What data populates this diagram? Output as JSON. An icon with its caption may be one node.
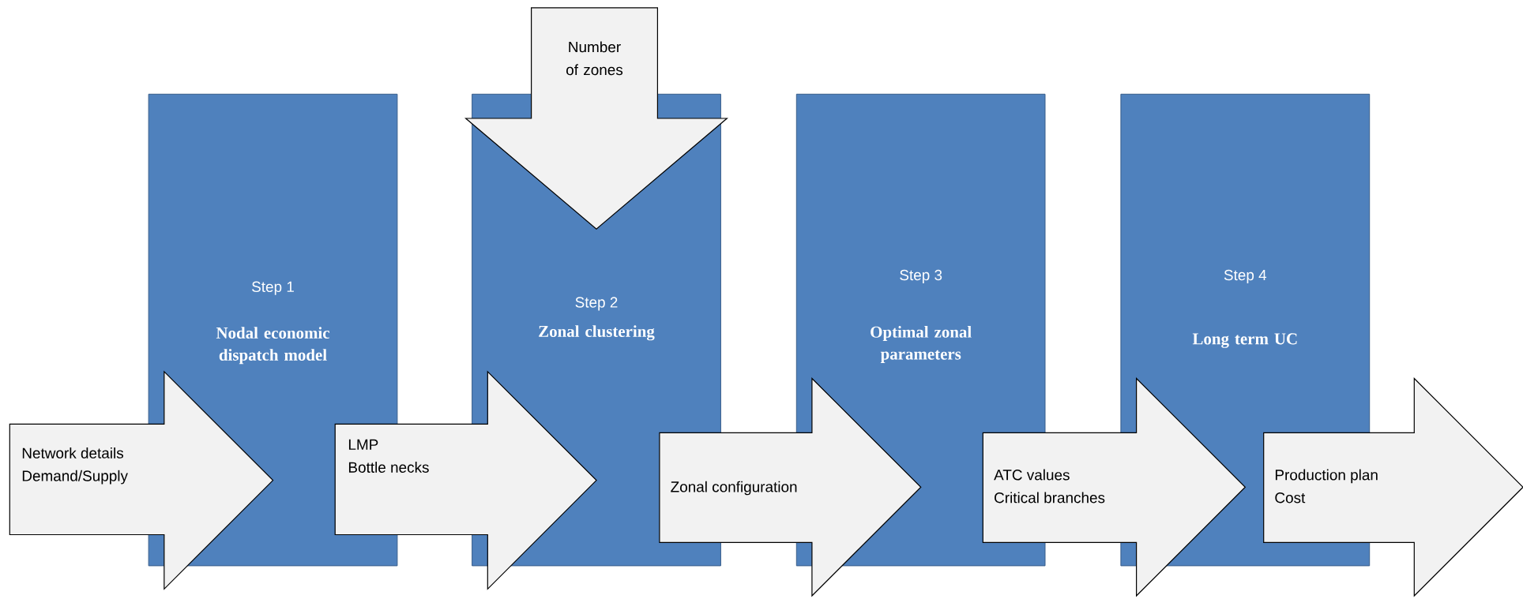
{
  "diagram": {
    "nodes": [
      {
        "text": [
          "Step 1",
          "Nodal economic dispatch model"
        ]
      },
      {
        "text": [
          "Step 2",
          "Zonal clustering"
        ]
      },
      {
        "text": [
          "Step 3",
          "Optimal zonal parameters"
        ]
      },
      {
        "text": [
          "Step 4",
          "Long term UC"
        ]
      },
      {
        "text": [
          "Number of zones"
        ]
      },
      {
        "text": [
          "Network details",
          "Demand/Supply"
        ]
      },
      {
        "text": [
          "LMP",
          "Bottle necks"
        ]
      },
      {
        "text": [
          "Zonal configuration"
        ]
      },
      {
        "text": [
          "ATC values",
          "Critical branches"
        ]
      },
      {
        "text": [
          "Production plan",
          "Cost"
        ]
      }
    ],
    "edges": [
      {
        "from": 5,
        "to": 0,
        "arrow": "to"
      },
      {
        "from": 0,
        "to": 1,
        "arrow": "to"
      },
      {
        "from": 1,
        "to": 2,
        "arrow": "to"
      },
      {
        "from": 2,
        "to": 3,
        "arrow": "to"
      },
      {
        "from": 3,
        "to": null,
        "arrow": "to"
      },
      {
        "from": 4,
        "to": 1,
        "arrow": "to"
      }
    ]
  }
}
